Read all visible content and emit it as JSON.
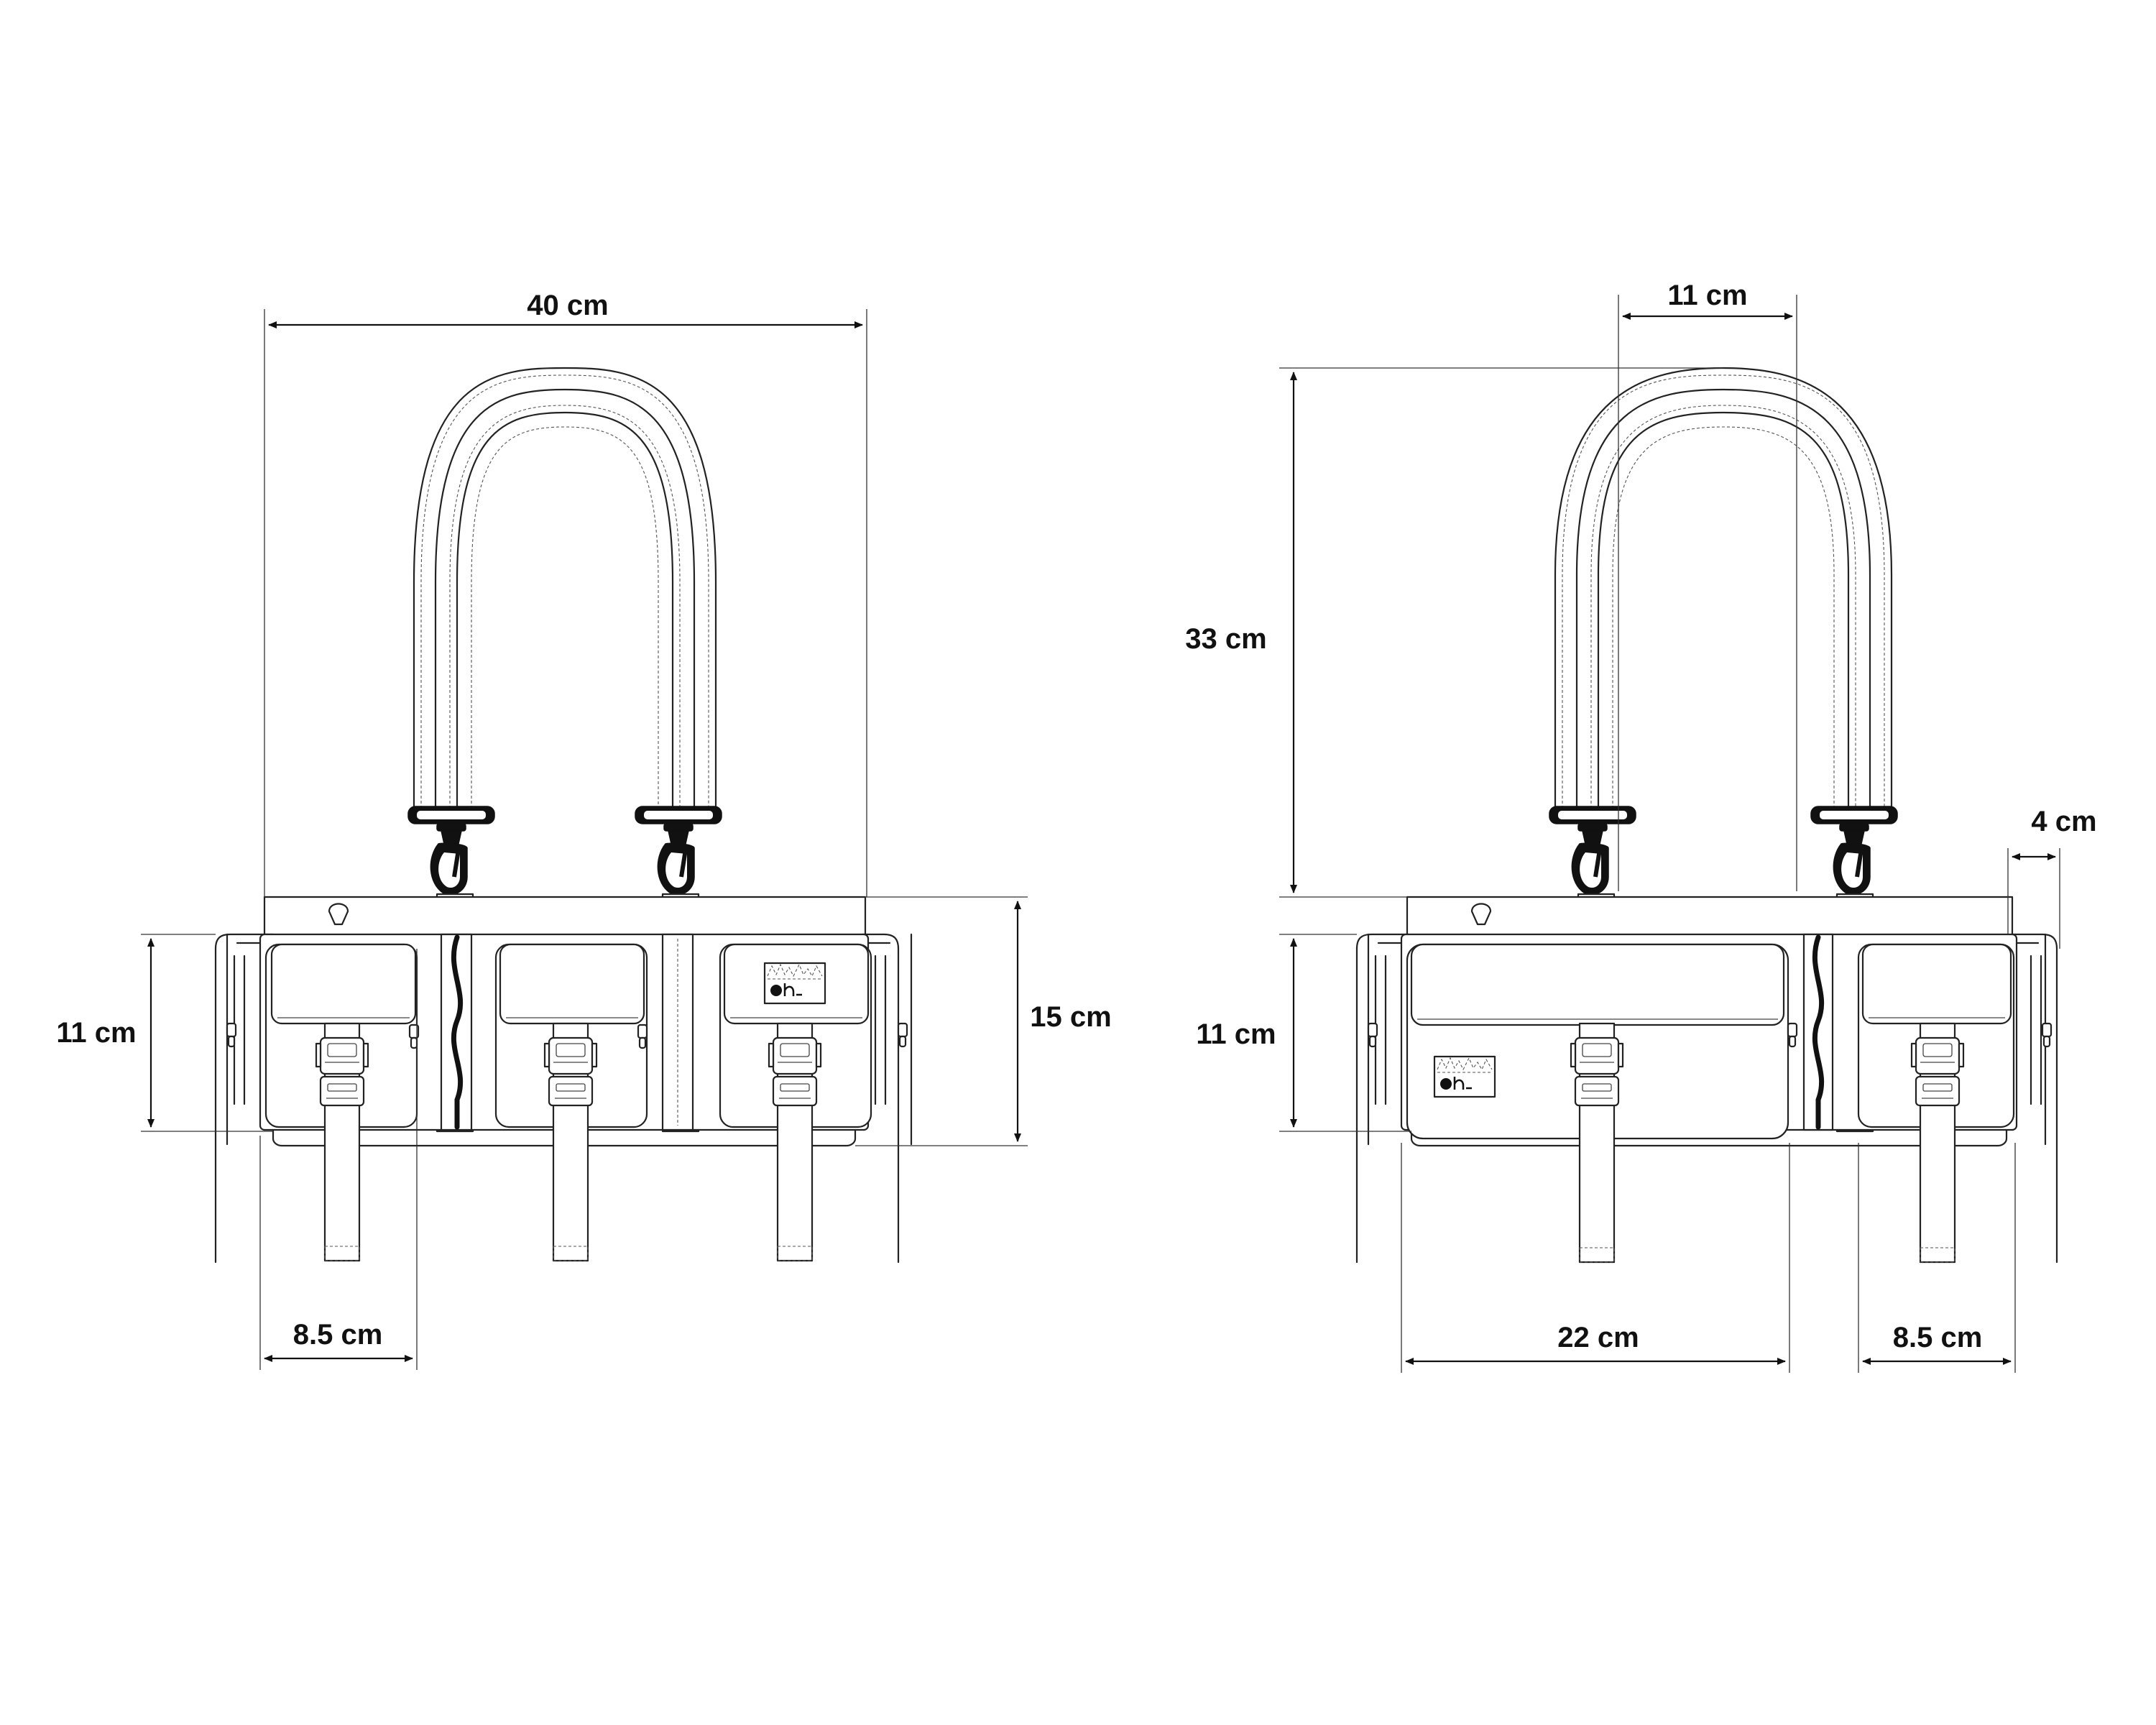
{
  "dimensions": {
    "front_width": "40 cm",
    "front_height_body": "11 cm",
    "front_height_total": "15 cm",
    "front_pocket_width": "8.5 cm",
    "side_handle_spacing": "11 cm",
    "side_handle_height": "33 cm",
    "side_strap_width": "4 cm",
    "side_height_body": "11 cm",
    "side_main_pocket_width": "22 cm",
    "side_small_pocket_width": "8.5 cm"
  },
  "colors": {
    "line": "#222222",
    "background": "#ffffff",
    "accent": "#111111"
  },
  "icons": {
    "brand_patch": "flame-logo-patch",
    "buckle": "side-release-buckle",
    "hook": "swivel-snap-hook"
  }
}
